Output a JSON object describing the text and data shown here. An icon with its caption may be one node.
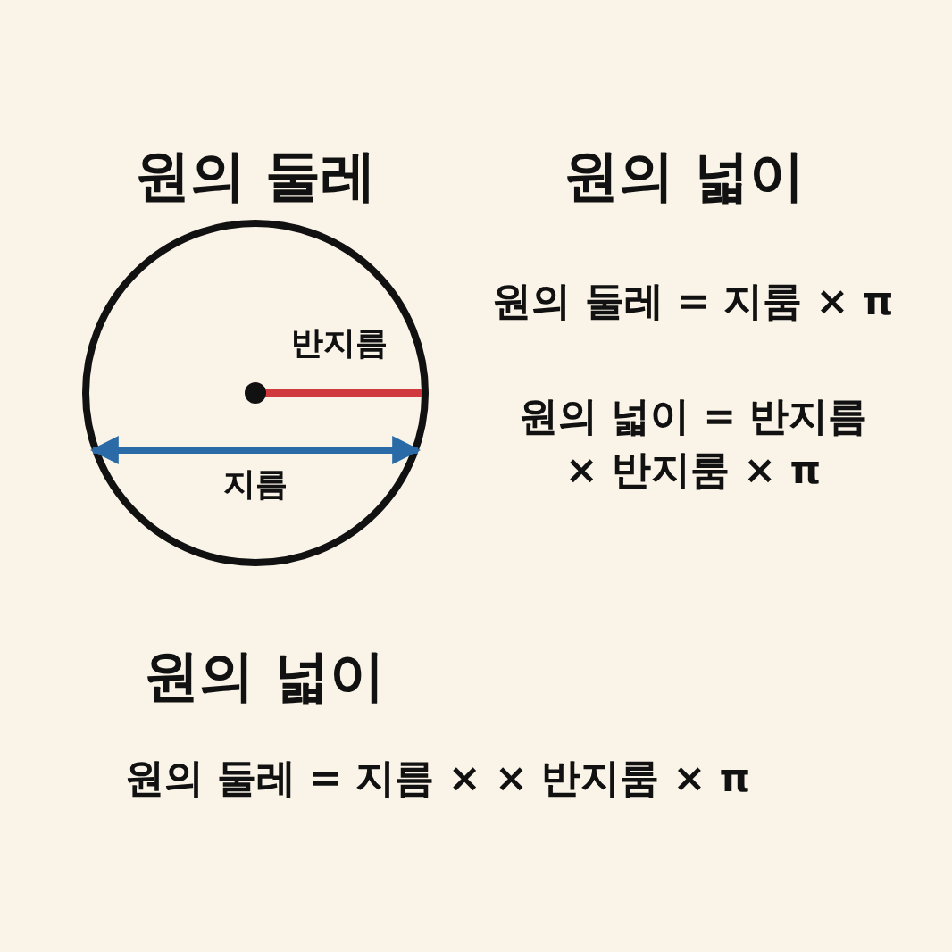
{
  "diagram": {
    "labels": [
      "원의 둘레",
      "원의 넓이",
      "반지름",
      "지름",
      "원의 둘레 = 지룸 × π",
      "원의 넓이 = 반지름 × 반지룸 × π",
      "원의 넓이",
      "원의 둘레 = 지름 × × 반지룸 × π"
    ]
  }
}
